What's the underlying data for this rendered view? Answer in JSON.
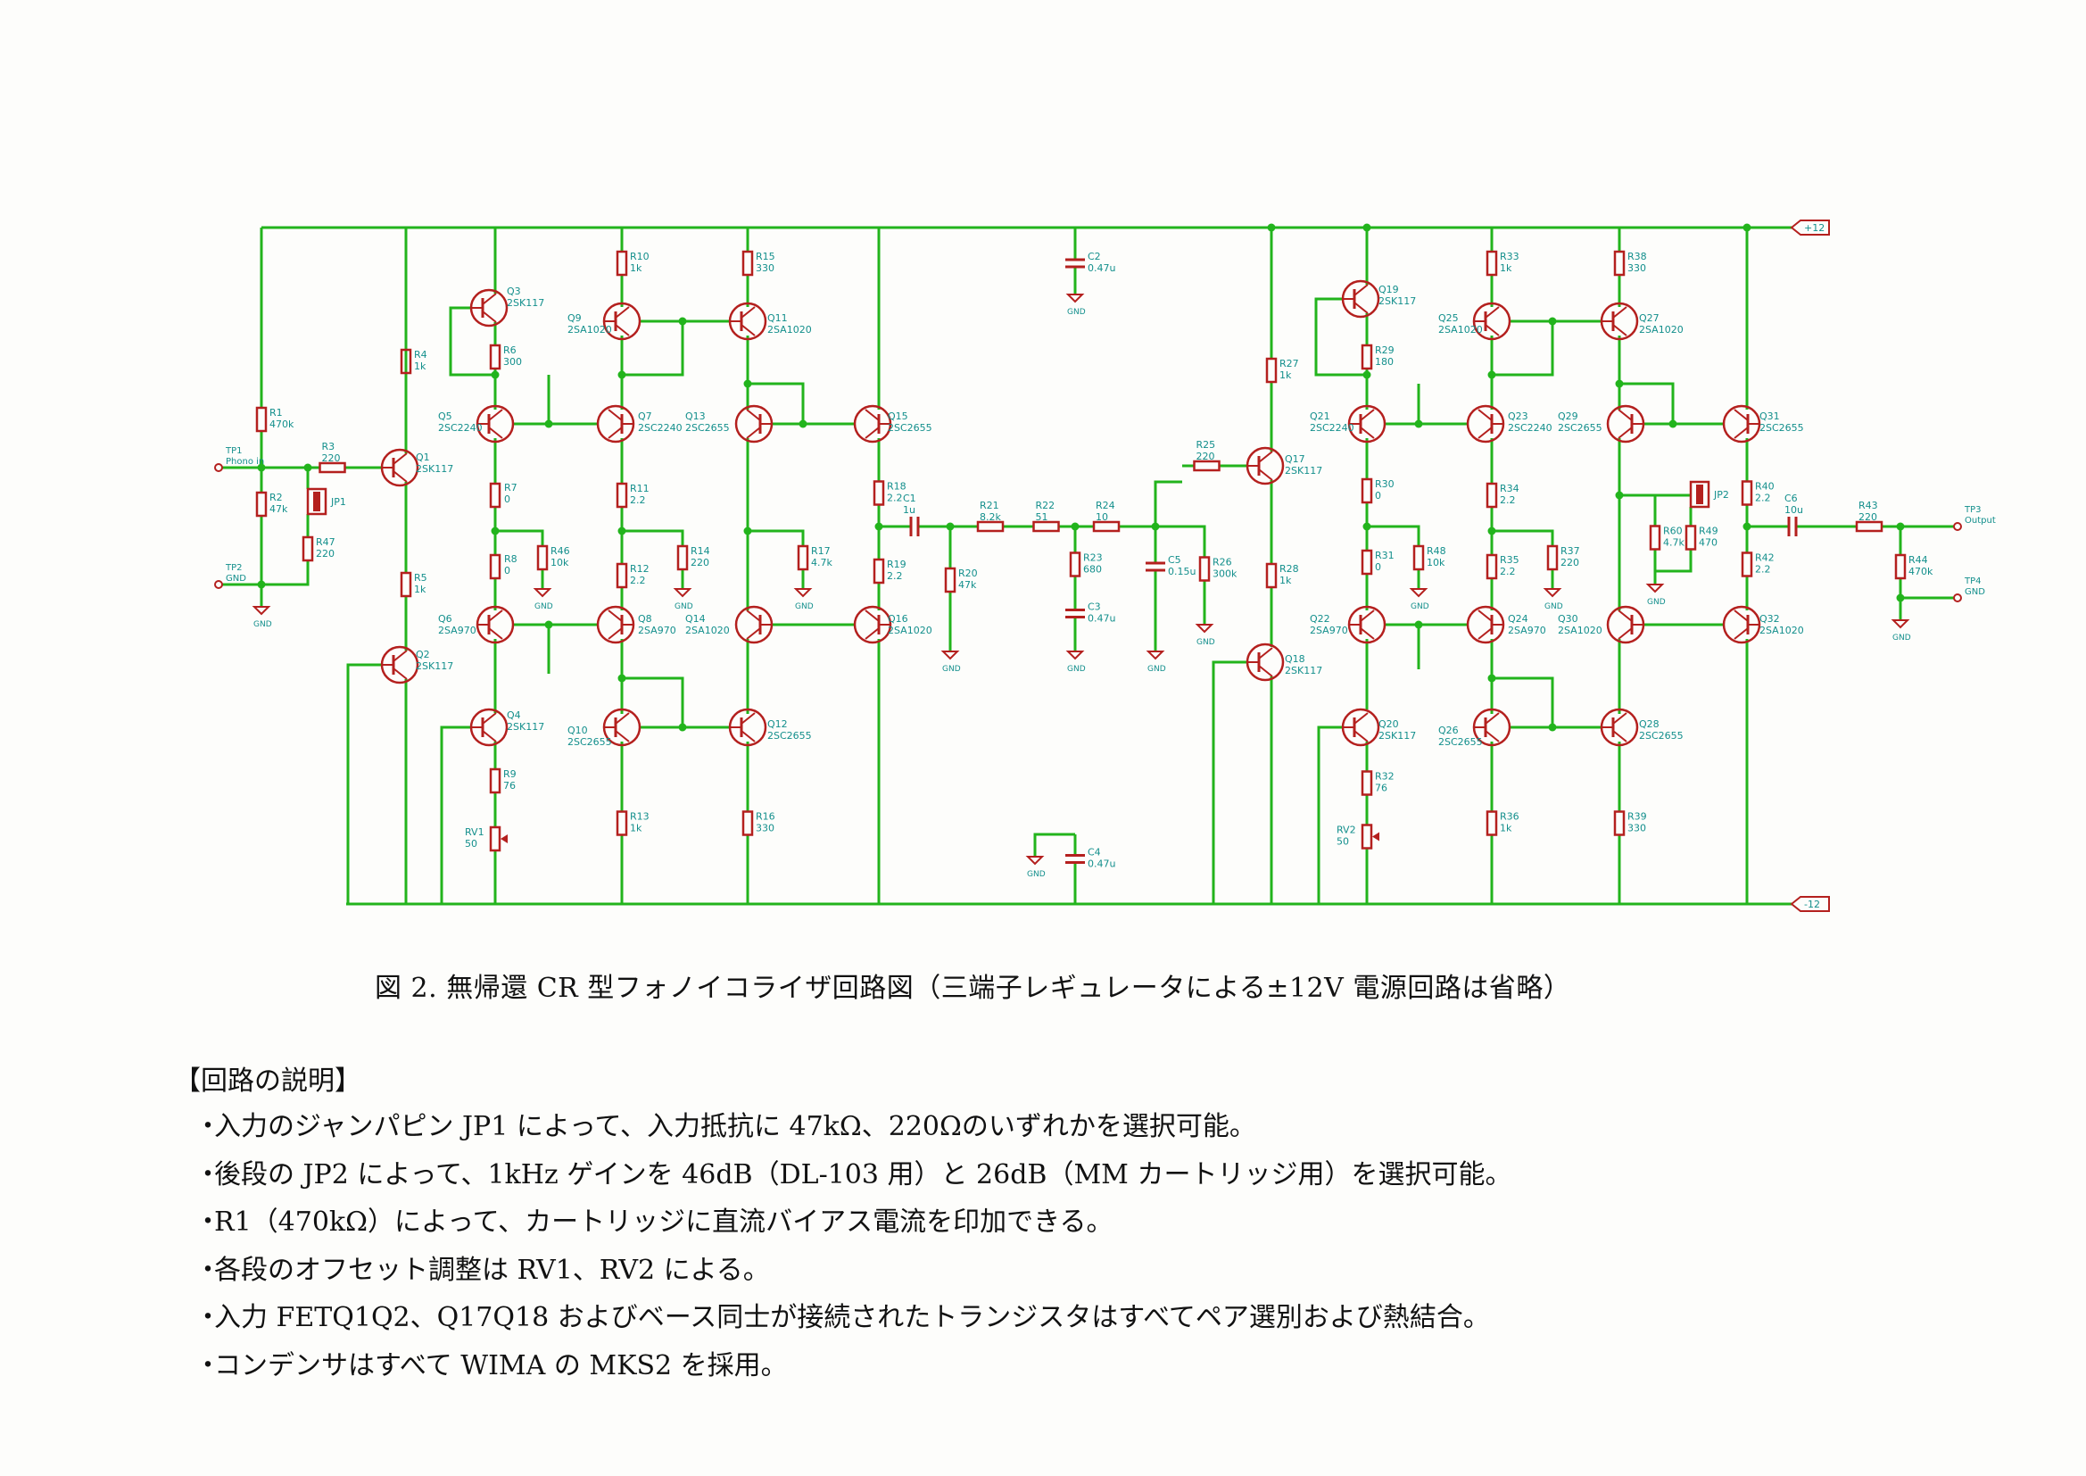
{
  "figure": {
    "caption": "図 2.  無帰還 CR 型フォノイコライザ回路図（三端子レギュレータによる±12V 電源回路は省略）",
    "labels": {
      "vcc_pos": "+12",
      "vcc_neg": "-12",
      "tp1": "TP1",
      "tp1_sub": "Phono in",
      "tp2": "TP2",
      "tp2_sub": "GND",
      "tp3": "TP3",
      "tp3_sub": "Output",
      "tp4": "TP4",
      "tp4_sub": "GND",
      "jp1": "JP1",
      "jp2": "JP2",
      "gnd": "GND",
      "R1": "R1",
      "R1v": "470k",
      "R2": "R2",
      "R2v": "47k",
      "R3": "R3",
      "R3v": "220",
      "R47": "R47",
      "R47v": "220",
      "R4": "R4",
      "R4v": "1k",
      "R5": "R5",
      "R5v": "1k",
      "R6": "R6",
      "R6v": "300",
      "R7": "R7",
      "R7v": "0",
      "R8": "R8",
      "R8v": "0",
      "R9": "R9",
      "R9v": "76",
      "R10": "R10",
      "R10v": "1k",
      "R11": "R11",
      "R11v": "2.2",
      "R12": "R12",
      "R12v": "2.2",
      "R13": "R13",
      "R13v": "1k",
      "R14": "R14",
      "R14v": "220",
      "R15": "R15",
      "R15v": "330",
      "R16": "R16",
      "R16v": "330",
      "R17": "R17",
      "R17v": "4.7k",
      "R18": "R18",
      "R18v": "2.2",
      "R19": "R19",
      "R19v": "2.2",
      "R20": "R20",
      "R20v": "47k",
      "R21": "R21",
      "R21v": "8.2k",
      "R22": "R22",
      "R22v": "51",
      "R23": "R23",
      "R23v": "680",
      "R24": "R24",
      "R24v": "10",
      "R25": "R25",
      "R25v": "220",
      "R26": "R26",
      "R26v": "300k",
      "R27": "R27",
      "R27v": "1k",
      "R28": "R28",
      "R28v": "1k",
      "R29": "R29",
      "R29v": "180",
      "R30": "R30",
      "R30v": "0",
      "R31": "R31",
      "R31v": "0",
      "R32": "R32",
      "R32v": "76",
      "R33": "R33",
      "R33v": "1k",
      "R34": "R34",
      "R34v": "2.2",
      "R35": "R35",
      "R35v": "2.2",
      "R36": "R36",
      "R36v": "1k",
      "R37": "R37",
      "R37v": "220",
      "R38": "R38",
      "R38v": "330",
      "R39": "R39",
      "R39v": "330",
      "R40": "R40",
      "R40v": "2.2",
      "R42": "R42",
      "R42v": "2.2",
      "R43": "R43",
      "R43v": "220",
      "R44": "R44",
      "R44v": "470k",
      "R46": "R46",
      "R46v": "10k",
      "R48": "R48",
      "R48v": "10k",
      "R49": "R49",
      "R49v": "470",
      "R60": "R60",
      "R60v": "4.7k",
      "C1": "C1",
      "C1v": "1u",
      "C2": "C2",
      "C2v": "0.47u",
      "C3": "C3",
      "C3v": "0.47u",
      "C4": "C4",
      "C4v": "0.47u",
      "C5": "C5",
      "C5v": "0.15u",
      "C6": "C6",
      "C6v": "10u",
      "RV1": "RV1",
      "RV1v": "50",
      "RV2": "RV2",
      "RV2v": "50",
      "Q1": "Q1",
      "Q1v": "2SK117",
      "Q2": "Q2",
      "Q2v": "2SK117",
      "Q3": "Q3",
      "Q3v": "2SK117",
      "Q4": "Q4",
      "Q4v": "2SK117",
      "Q5": "Q5",
      "Q5v": "2SC2240",
      "Q6": "Q6",
      "Q6v": "2SA970",
      "Q7": "Q7",
      "Q7v": "2SC2240",
      "Q8": "Q8",
      "Q8v": "2SA970",
      "Q9": "Q9",
      "Q9v": "2SA1020",
      "Q10": "Q10",
      "Q10v": "2SC2655",
      "Q11": "Q11",
      "Q11v": "2SA1020",
      "Q12": "Q12",
      "Q12v": "2SC2655",
      "Q13": "Q13",
      "Q13v": "2SC2655",
      "Q14": "Q14",
      "Q14v": "2SA1020",
      "Q15": "Q15",
      "Q15v": "2SC2655",
      "Q16": "Q16",
      "Q16v": "2SA1020",
      "Q17": "Q17",
      "Q17v": "2SK117",
      "Q18": "Q18",
      "Q18v": "2SK117",
      "Q19": "Q19",
      "Q19v": "2SK117",
      "Q20": "Q20",
      "Q20v": "2SK117",
      "Q21": "Q21",
      "Q21v": "2SC2240",
      "Q22": "Q22",
      "Q22v": "2SA970",
      "Q23": "Q23",
      "Q23v": "2SC2240",
      "Q24": "Q24",
      "Q24v": "2SA970",
      "Q25": "Q25",
      "Q25v": "2SA1020",
      "Q26": "Q26",
      "Q26v": "2SC2655",
      "Q27": "Q27",
      "Q27v": "2SA1020",
      "Q28": "Q28",
      "Q28v": "2SC2655",
      "Q29": "Q29",
      "Q29v": "2SC2655",
      "Q30": "Q30",
      "Q30v": "2SA1020",
      "Q31": "Q31",
      "Q31v": "2SC2655",
      "Q32": "Q32",
      "Q32v": "2SA1020"
    }
  },
  "section_title": "【回路の説明】",
  "notes": [
    "入力のジャンパピン JP1 によって、入力抵抗に 47kΩ、220Ωのいずれかを選択可能。",
    "後段の JP2 によって、1kHz ゲインを 46dB（DL-103 用）と 26dB（MM カートリッジ用）を選択可能。",
    "R1（470kΩ）によって、カートリッジに直流バイアス電流を印加できる。",
    "各段のオフセット調整は RV1、RV2 による。",
    "入力 FETQ1Q2、Q17Q18 およびベース同士が接続されたトランジスタはすべてペア選別および熱結合。",
    "コンデンサはすべて WIMA の MKS2 を採用。"
  ],
  "bullet": "・",
  "colors": {
    "wire": "#22b41c",
    "part": "#b4201e",
    "label": "#138f8c",
    "ink": "#111111",
    "bleed": "#c9cfd6"
  }
}
